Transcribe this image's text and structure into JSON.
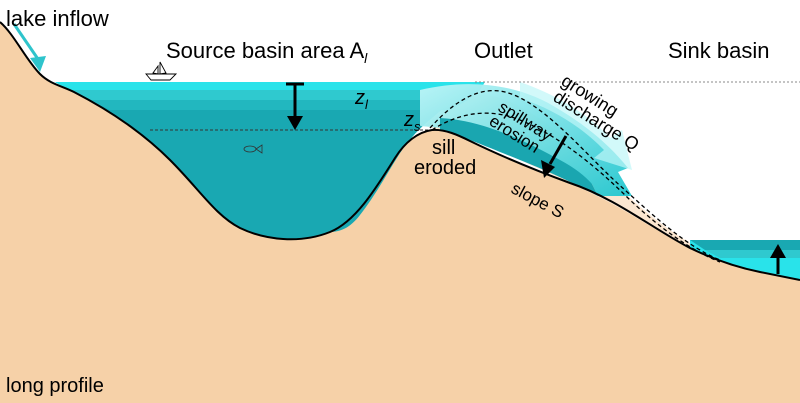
{
  "labels": {
    "lake_inflow": "lake inflow",
    "source_basin_area": "Source basin area A",
    "source_basin_area_subscript": "l",
    "outlet": "Outlet",
    "sink_basin": "Sink basin",
    "lake_level": "z",
    "lake_level_subscript": "l",
    "sill_level": "z",
    "sill_level_subscript": "s",
    "sill_eroded_line1": "sill",
    "sill_eroded_line2": "eroded",
    "spillway_line1": "spillway",
    "spillway_line2": "erosion",
    "growing_line1": "growing",
    "growing_line2": "discharge Q",
    "slope": "slope S",
    "long_profile": "long profile"
  },
  "colors": {
    "land": "#f6d1a8",
    "water_dark": "#19a8b2",
    "water_mid": "#2fc9cf",
    "water_light": "#29e3ea",
    "water_pale": "#b8f4f6",
    "inflow_arrow": "#2ec4cc",
    "outline": "#000000"
  },
  "icons": [
    "boat-icon",
    "fish-icon",
    "inflow-arrow-icon",
    "lake-lowering-arrow-icon",
    "sink-rising-arrow-icon",
    "spillway-incision-arrow-icon"
  ]
}
